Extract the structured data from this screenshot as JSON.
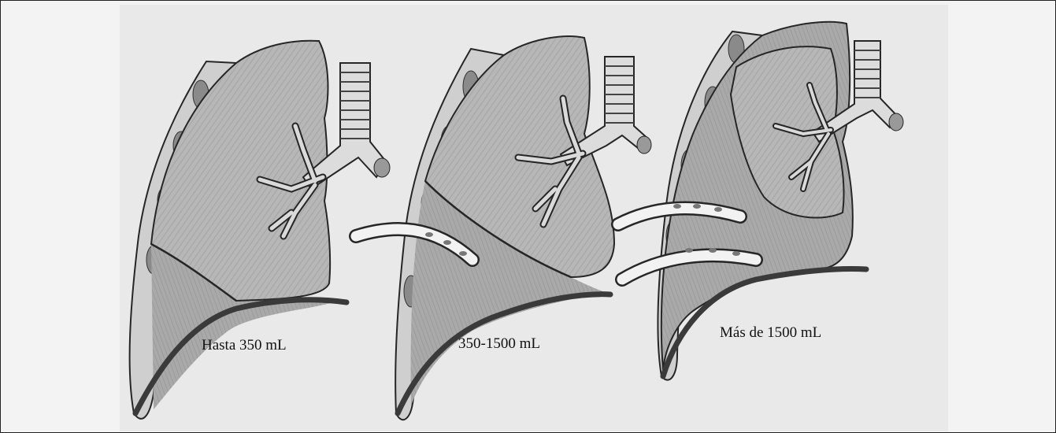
{
  "labels": {
    "panel_1": "Hasta 350 mL",
    "panel_2": "350-1500 mL",
    "panel_3": "Más de 1500 mL"
  },
  "colors": {
    "lung_fill": "#b9b9b9",
    "effusion_fill": "#a8a8a8",
    "pleura_fill": "#cdcdcd",
    "outline": "#262626",
    "diaphragm": "#3a3a3a",
    "trachea_fill": "#dcdcdc"
  }
}
